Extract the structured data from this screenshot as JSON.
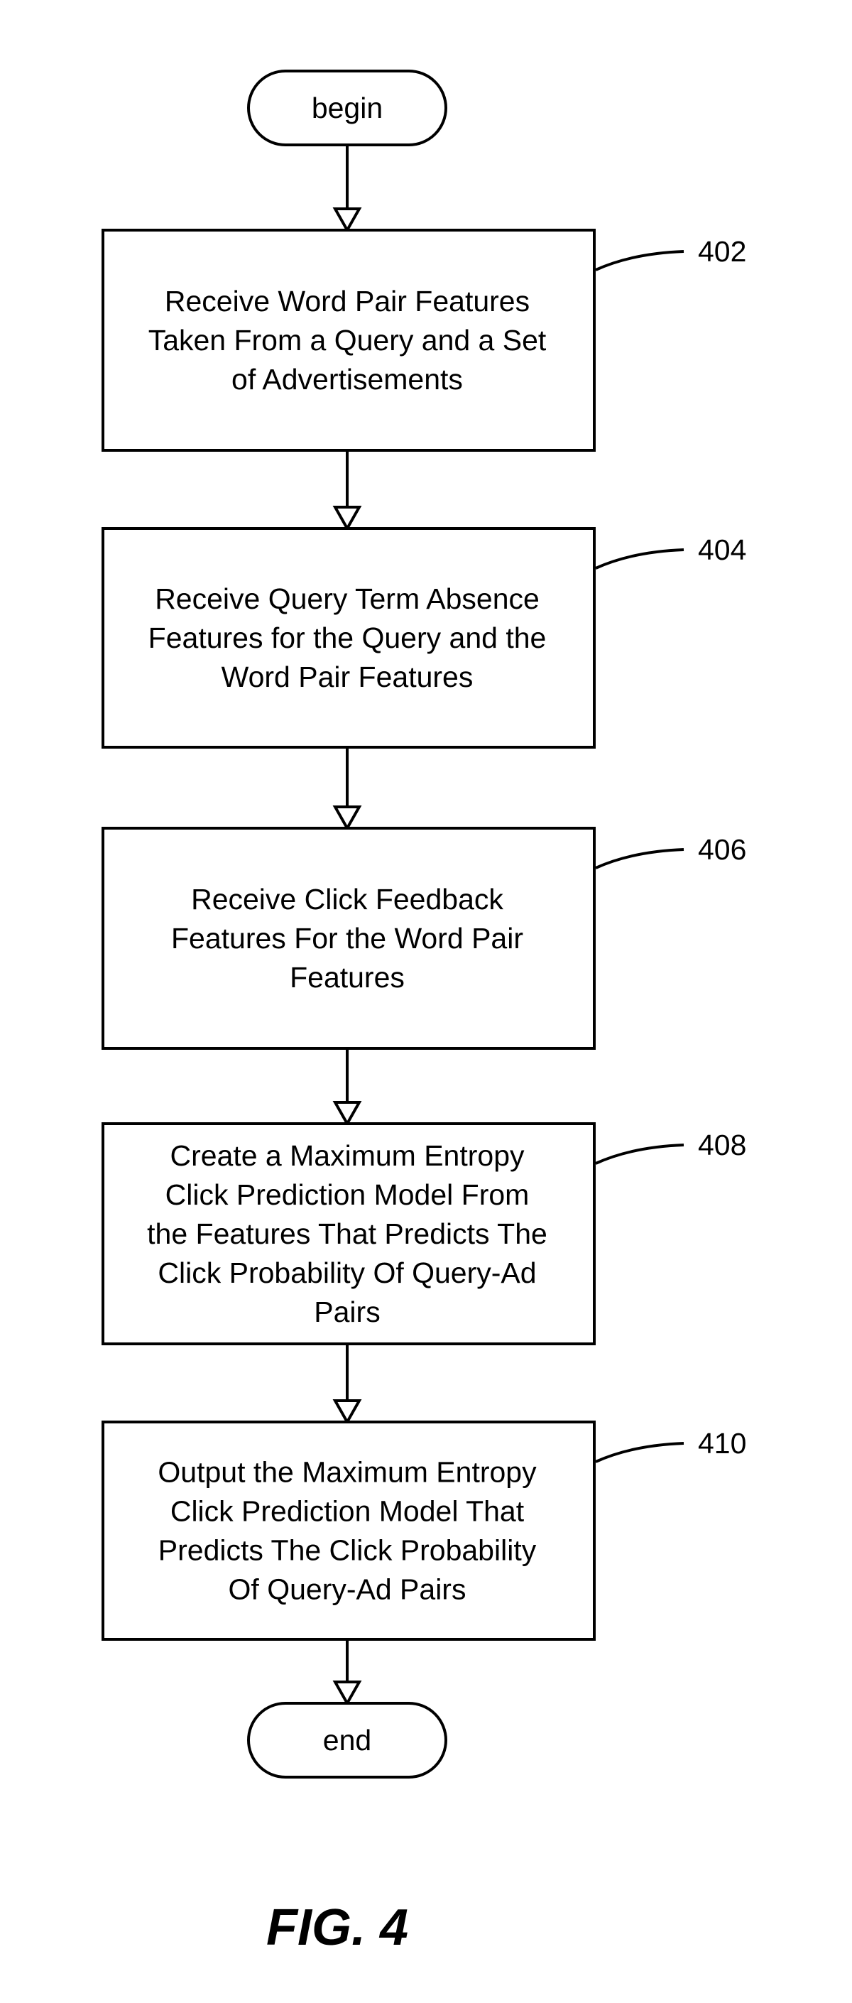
{
  "start": {
    "label": "begin"
  },
  "end": {
    "label": "end"
  },
  "steps": [
    {
      "ref": "402",
      "lines": [
        "Receive Word Pair Features",
        "Taken From a Query and a Set",
        "of Advertisements"
      ]
    },
    {
      "ref": "404",
      "lines": [
        "Receive Query Term Absence",
        "Features for the Query and the",
        "Word Pair Features"
      ]
    },
    {
      "ref": "406",
      "lines": [
        "Receive Click Feedback",
        "Features For the Word Pair",
        "Features"
      ]
    },
    {
      "ref": "408",
      "lines": [
        "Create a Maximum Entropy",
        "Click Prediction Model From",
        "the Features That Predicts The",
        "Click Probability Of Query-Ad",
        "Pairs"
      ]
    },
    {
      "ref": "410",
      "lines": [
        "Output the Maximum Entropy",
        "Click Prediction Model That",
        "Predicts The Click Probability",
        "Of Query-Ad Pairs"
      ]
    }
  ],
  "figure_label": "FIG. 4"
}
